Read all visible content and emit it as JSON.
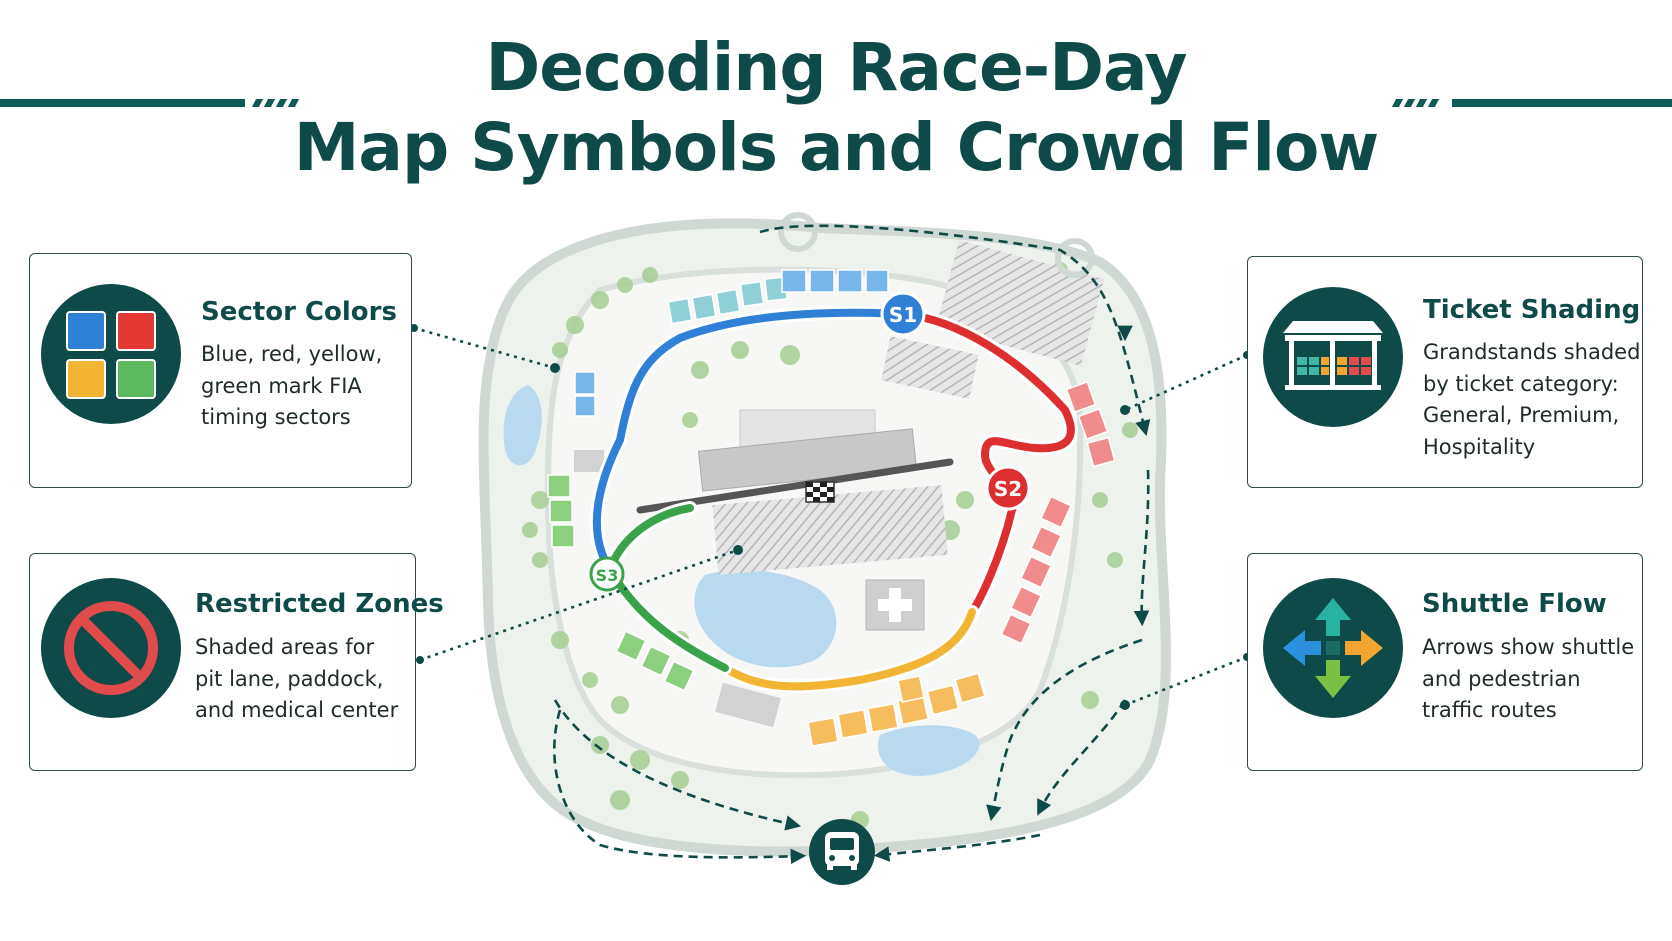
{
  "title": {
    "line1": "Decoding Race-Day",
    "line2": "Map Symbols and Crowd Flow"
  },
  "colors": {
    "brand_dark": "#0e4a48",
    "sector_blue": "#2f80d6",
    "sector_red": "#dd2f2f",
    "sector_yellow": "#f2b533",
    "sector_green": "#3aa34a",
    "restricted_red": "#e04b4b",
    "shuttle_teal": "#27b3a0",
    "shuttle_orange": "#f4a531",
    "shuttle_green": "#7ac143",
    "shuttle_blue": "#2d8fe0"
  },
  "cards": {
    "sector_colors": {
      "title": "Sector Colors",
      "lines": [
        "Blue, red, yellow,",
        "green mark FIA",
        "timing sectors"
      ],
      "icon": "four-color-squares-icon"
    },
    "restricted_zones": {
      "title": "Restricted Zones",
      "lines": [
        "Shaded areas for",
        "pit lane, paddock,",
        "and medical center"
      ],
      "icon": "no-entry-icon"
    },
    "ticket_shading": {
      "title": "Ticket Shading",
      "lines": [
        "Grandstands shaded",
        "by ticket category:",
        "General, Premium,",
        "Hospitality"
      ],
      "icon": "grandstand-icon"
    },
    "shuttle_flow": {
      "title": "Shuttle Flow",
      "lines": [
        "Arrows show shuttle",
        "and pedestrian",
        "traffic routes"
      ],
      "icon": "four-way-arrows-icon"
    }
  },
  "map": {
    "sector_markers": [
      "S1",
      "S2",
      "S3"
    ],
    "icons": [
      "checkered-flag-icon",
      "medical-cross-icon",
      "bus-icon"
    ]
  }
}
